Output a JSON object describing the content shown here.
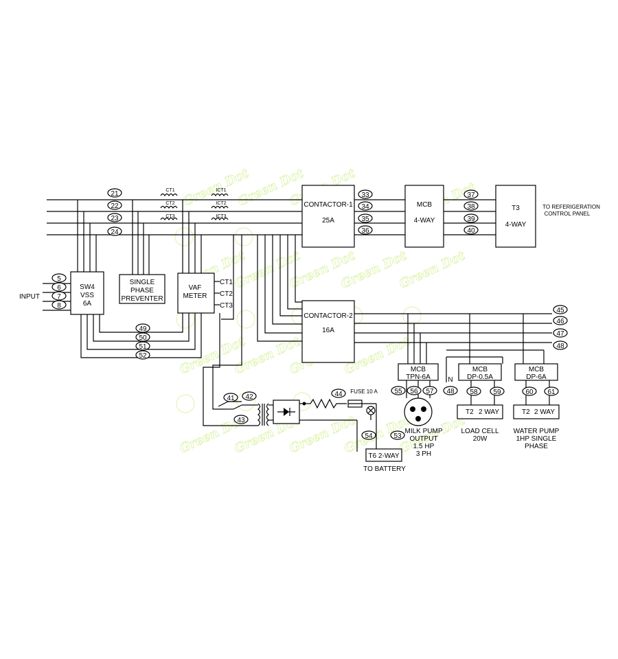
{
  "diagram": {
    "watermark": "Green Dot",
    "input": {
      "label": "INPUT",
      "terminals": [
        "5",
        "6",
        "7",
        "8"
      ]
    },
    "sw4": {
      "line1": "SW4",
      "line2": "VSS",
      "line3": "6A"
    },
    "spp": {
      "line1": "SINGLE",
      "line2": "PHASE",
      "line3": "PREVENTER"
    },
    "vaf": {
      "line1": "VAF",
      "line2": "METER",
      "ct": [
        "CT1",
        "CT2",
        "CT3"
      ]
    },
    "bus_terminals": [
      "21",
      "22",
      "23",
      "24"
    ],
    "ct_labels": [
      "CT1",
      "CT2",
      "CT3"
    ],
    "ict_labels": [
      "ICT1",
      "ICT2",
      "ICT3"
    ],
    "contactor1": {
      "line1": "CONTACTOR-1",
      "line2": "25A",
      "out_terminals": [
        "33",
        "34",
        "35",
        "36"
      ]
    },
    "mcb_4way": {
      "line1": "MCB",
      "line2": "4-WAY",
      "out_terminals": [
        "37",
        "38",
        "39",
        "40"
      ]
    },
    "t3": {
      "line1": "T3",
      "line2": "4-WAY"
    },
    "refrigeration": {
      "line1": "TO REFERIGERATION",
      "line2": "CONTROL PANEL"
    },
    "return_terminals": [
      "49",
      "50",
      "51",
      "52"
    ],
    "contactor2": {
      "line1": "CONTACTOR-2",
      "line2": "16A",
      "out_terminals": [
        "45",
        "46",
        "47",
        "48"
      ]
    },
    "mcb_tpn": {
      "line1": "MCB",
      "line2": "TPN-6A",
      "terminals": [
        "55",
        "56",
        "57"
      ],
      "n_terminal": "48",
      "n_label": "N"
    },
    "mcb_dp05": {
      "line1": "MCB",
      "line2": "DP-0.5A",
      "terminals": [
        "58",
        "59"
      ]
    },
    "mcb_dp6": {
      "line1": "MCB",
      "line2": "DP-6A",
      "terminals": [
        "60",
        "61"
      ]
    },
    "t2_a": {
      "left": "T2",
      "right": "2 WAY"
    },
    "t2_b": {
      "left": "T2",
      "right": "2 WAY"
    },
    "loads": {
      "milk_pump": [
        "MILK PUMP",
        "OUTPUT",
        "1.5 HP",
        "3 PH"
      ],
      "load_cell": [
        "LOAD CELL",
        "20W"
      ],
      "water_pump": [
        "WATER PUMP",
        "1HP SINGLE",
        "PHASE"
      ]
    },
    "battery_circuit": {
      "switch_terminals": [
        "41",
        "42",
        "43"
      ],
      "resistor_terminal": "44",
      "fuse_label": "FUSE 10 A",
      "batt_terminals": [
        "54",
        "53"
      ],
      "t6_label": "T6 2-WAY",
      "to_battery": "TO BATTERY"
    }
  }
}
